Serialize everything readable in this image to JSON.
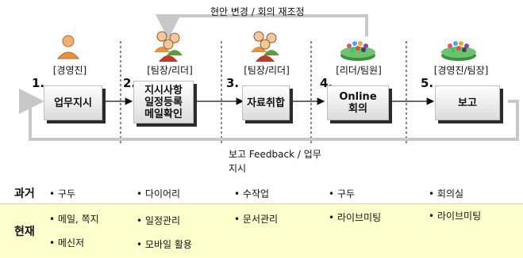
{
  "feedback_top_label": "현안 변경 / 회의 재조정",
  "feedback_bottom_label": "보고 Feedback / 업무 지시",
  "steps": [
    {
      "number": "1.",
      "role": "[경영진]",
      "task": "업무지시",
      "icon": "single-person-icon"
    },
    {
      "number": "2.",
      "role": "[팀장/리더]",
      "task": "지시사항\n일정등록\n메일확인",
      "icon": "group-people-icon"
    },
    {
      "number": "3.",
      "role": "[팀장/리더]",
      "task": "자료취합",
      "icon": "group-people-icon"
    },
    {
      "number": "4.",
      "role": "[리더/팀원]",
      "task": "Online\n회의",
      "icon": "crowd-disc-icon"
    },
    {
      "number": "5.",
      "role": "[경영진/팀장]",
      "task": "보고",
      "icon": "crowd-disc-icon"
    }
  ],
  "rows": [
    {
      "label": "과거",
      "items": [
        [
          "구두"
        ],
        [
          "다이어리"
        ],
        [
          "수작업"
        ],
        [
          "구두"
        ],
        [
          "회의실"
        ]
      ]
    },
    {
      "label": "현재",
      "items": [
        [
          "메일, 쪽지",
          "메신저"
        ],
        [
          "일정관리",
          "모바일 활용"
        ],
        [
          "문서관리"
        ],
        [
          "라이브미팅"
        ],
        [
          "라이브미팅"
        ]
      ]
    }
  ],
  "colors": {
    "highlight_band": "#ffffcc",
    "feedback_loop": "#c8c8c8",
    "person_orange": "#e8913a",
    "person_green": "#5a9e3c",
    "disc_green": "#4aa84a"
  }
}
